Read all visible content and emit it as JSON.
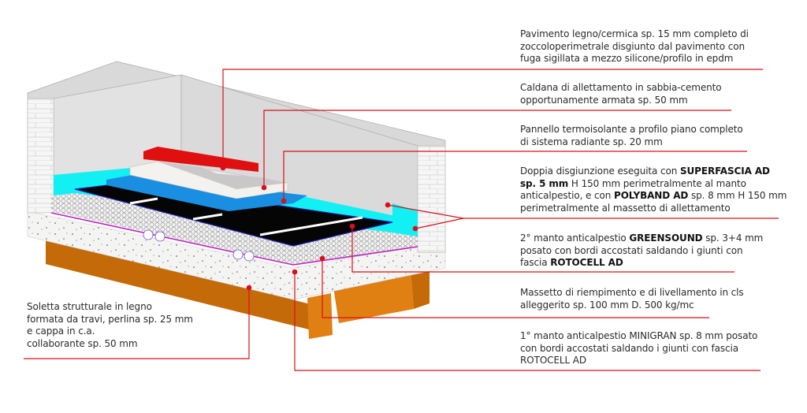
{
  "colors": {
    "leader": "#d8101c",
    "beam": "#c46a08",
    "beam_light": "#e07f12",
    "wall": "#d8d8d8",
    "cyan": "#12f0f4",
    "blue": "#1a8ee0",
    "black": "#050505",
    "red_baseboard": "#e01010",
    "magenta": "#c020c0"
  },
  "labels": [
    {
      "lines": [
        [
          {
            "t": "Pavimento legno/cermica sp. 15 mm completo di"
          }
        ],
        [
          {
            "t": "zoccoloperimetrale disgiunto dal pavimento  con"
          }
        ],
        [
          {
            "t": "fuga sigillata a mezzo silicone/profilo in epdm"
          }
        ]
      ]
    },
    {
      "lines": [
        [
          {
            "t": "Caldana di allettamento in sabbia-cemento"
          }
        ],
        [
          {
            "t": "opportunamente armata sp. 50 mm"
          }
        ]
      ]
    },
    {
      "lines": [
        [
          {
            "t": "Pannello termoisolante a profilo piano completo"
          }
        ],
        [
          {
            "t": "di sistema radiante sp. 20 mm"
          }
        ]
      ]
    },
    {
      "lines": [
        [
          {
            "t": "Doppia disgiunzione eseguita con "
          },
          {
            "t": "SUPERFASCIA AD",
            "b": true
          }
        ],
        [
          {
            "t": "sp. 5 mm",
            "b": true
          },
          {
            "t": " H 150 mm perimetralmente al manto"
          }
        ],
        [
          {
            "t": "anticalpestio, e con "
          },
          {
            "t": "POLYBAND AD",
            "b": true
          },
          {
            "t": " sp. 8 mm H 150 mm"
          }
        ],
        [
          {
            "t": "perimetralmente al massetto di allettamento"
          }
        ]
      ]
    },
    {
      "lines": [
        [
          {
            "t": "2° manto anticalpestio "
          },
          {
            "t": "GREENSOUND",
            "b": true
          },
          {
            "t": " sp. 3+4 mm"
          }
        ],
        [
          {
            "t": "posato con bordi accostati saldando i giunti con"
          }
        ],
        [
          {
            "t": "fascia "
          },
          {
            "t": "ROTOCELL AD",
            "b": true
          }
        ]
      ]
    },
    {
      "lines": [
        [
          {
            "t": "Massetto di riempimento e di livellamento in cls"
          }
        ],
        [
          {
            "t": "alleggerito sp. 100 mm D. 500 kg/mc"
          }
        ]
      ]
    },
    {
      "lines": [
        [
          {
            "t": "1° manto anticalpestio MINIGRAN sp. 8 mm posato"
          }
        ],
        [
          {
            "t": "con bordi accostati saldando i giunti con fascia"
          }
        ],
        [
          {
            "t": "ROTOCELL AD"
          }
        ]
      ]
    },
    {
      "lines": [
        [
          {
            "t": "Soletta strutturale in legno"
          }
        ],
        [
          {
            "t": "formata da travi, perlina sp. 25 mm"
          }
        ],
        [
          {
            "t": "e cappa in c.a."
          }
        ],
        [
          {
            "t": "collaborante sp. 50 mm"
          }
        ]
      ]
    }
  ]
}
